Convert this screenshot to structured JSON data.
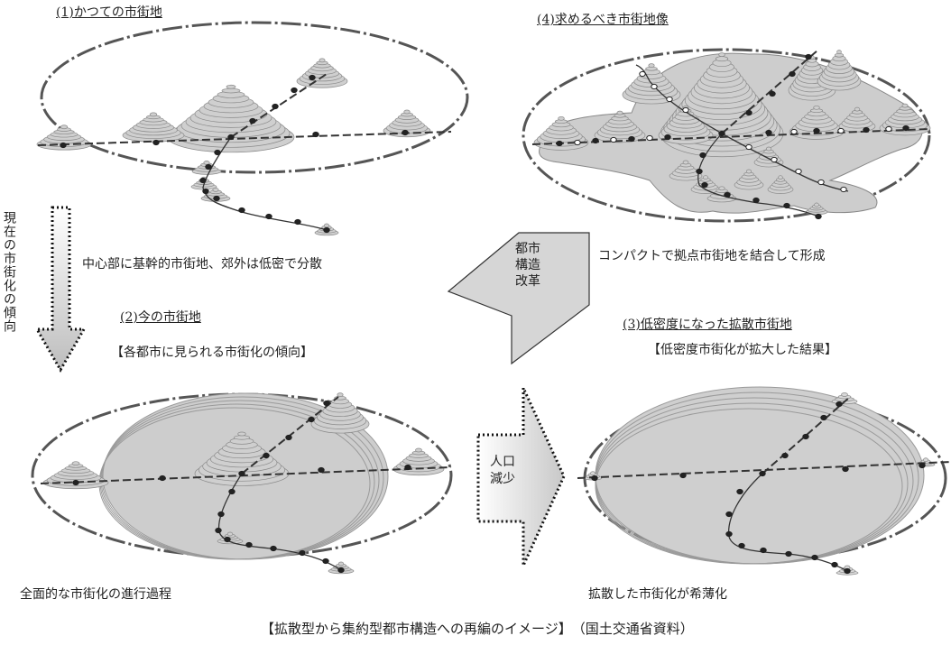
{
  "panels": {
    "p1": {
      "title": "(1)かつての市街地",
      "description": "中心部に基幹的市街地、郊外は低密で分散"
    },
    "p2": {
      "title": "(2)今の市街地",
      "subtitle": "【各都市に見られる市街化の傾向】",
      "description": "全面的な市街化の進行過程"
    },
    "p3": {
      "title": "(3)低密度になった拡散市街地",
      "subtitle": "【低密度市街化が拡大した結果】",
      "description": "拡散した市街化が希薄化"
    },
    "p4": {
      "title": "(4)求めるべき市街地像",
      "description": "コンパクトで拠点市街地を結合して形成"
    }
  },
  "arrows": {
    "trend": "現在の市街化の傾向",
    "decline": "人口減少",
    "reform": "都市構造改革"
  },
  "caption": "【拡散型から集約型都市構造への再編のイメージ】　（国土交通省資料）",
  "colors": {
    "fill": "#cfcfcf",
    "ring": "#8a8a8a",
    "line": "#333333"
  }
}
